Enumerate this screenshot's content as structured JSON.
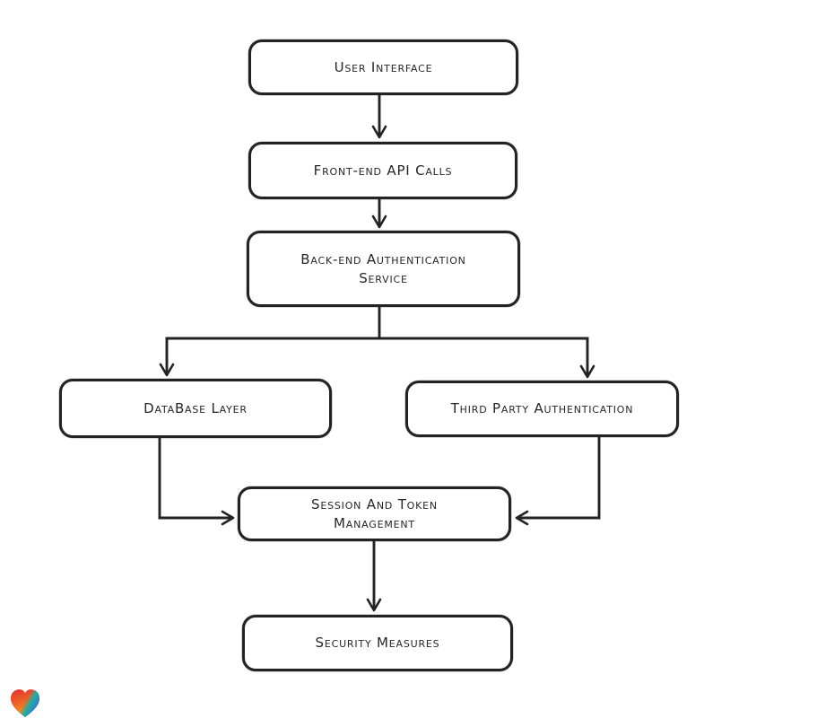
{
  "diagram": {
    "type": "flowchart",
    "nodes": [
      {
        "id": "user-interface",
        "label": "User Interface"
      },
      {
        "id": "front-end-api-calls",
        "label": "Front-end API Calls"
      },
      {
        "id": "back-end-auth-service",
        "label": "Back-end Authentication\nService"
      },
      {
        "id": "database-layer",
        "label": "DataBase Layer"
      },
      {
        "id": "third-party-auth",
        "label": "Third Party Authentication"
      },
      {
        "id": "session-token-management",
        "label": "Session And Token\nManagement"
      },
      {
        "id": "security-measures",
        "label": "Security Measures"
      }
    ],
    "edges": [
      {
        "from": "user-interface",
        "to": "front-end-api-calls"
      },
      {
        "from": "front-end-api-calls",
        "to": "back-end-auth-service"
      },
      {
        "from": "back-end-auth-service",
        "to": "database-layer"
      },
      {
        "from": "back-end-auth-service",
        "to": "third-party-auth"
      },
      {
        "from": "database-layer",
        "to": "session-token-management"
      },
      {
        "from": "third-party-auth",
        "to": "session-token-management"
      },
      {
        "from": "session-token-management",
        "to": "security-measures"
      }
    ],
    "colors": {
      "stroke": "#232323",
      "background": "#ffffff",
      "heart_red": "#e53130",
      "heart_dark_orange": "#ee6226",
      "heart_orange": "#f49c22",
      "heart_teal": "#16b2a2",
      "heart_blue": "#3e6ce0"
    },
    "logo": {
      "icon": "heart-icon"
    }
  }
}
